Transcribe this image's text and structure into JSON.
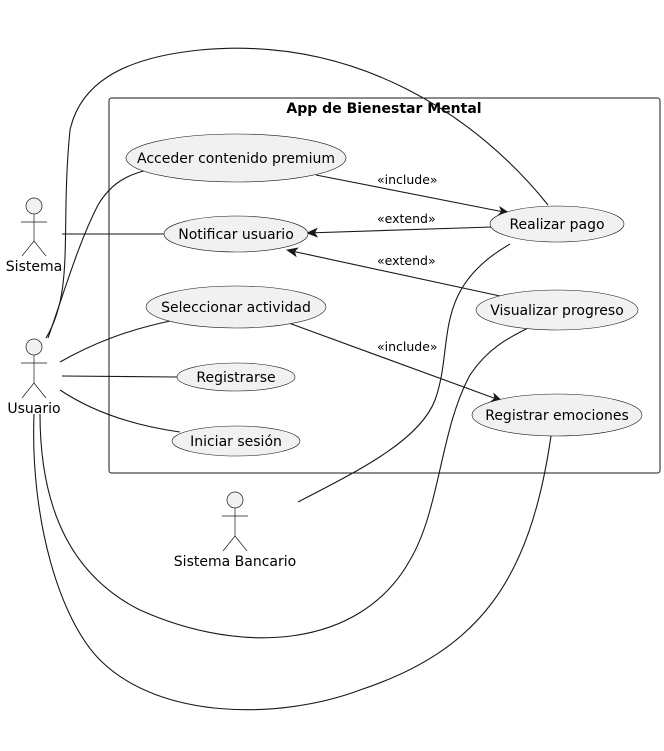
{
  "system": {
    "title": "App de Bienestar Mental"
  },
  "actors": {
    "sistema": "Sistema",
    "usuario": "Usuario",
    "sistema_bancario": "Sistema Bancario"
  },
  "use_cases": {
    "acceder": "Acceder contenido premium",
    "notificar": "Notificar usuario",
    "seleccionar": "Seleccionar actividad",
    "registrarse": "Registrarse",
    "iniciar": "Iniciar sesión",
    "realizar_pago": "Realizar pago",
    "visualizar": "Visualizar progreso",
    "registrar_emociones": "Registrar emociones"
  },
  "relations": {
    "include_pago": "«include»",
    "extend_pago": "«extend»",
    "extend_progreso": "«extend»",
    "include_emociones": "«include»"
  }
}
